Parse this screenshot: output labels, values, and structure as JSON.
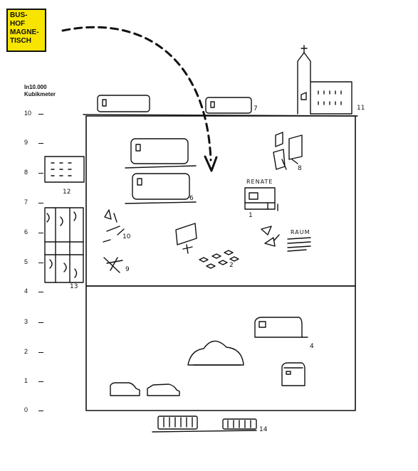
{
  "badge": {
    "lines": [
      "BUS-",
      "HOF",
      "MAGNE-",
      "TISCH"
    ],
    "color": "#f7e500"
  },
  "axis": {
    "unit_lines": [
      "In10.000",
      "Kubikmeter"
    ],
    "upper_ticks": [
      "10",
      "9",
      "8",
      "7",
      "6",
      "5",
      "4"
    ],
    "lower_ticks": [
      "3",
      "2",
      "1",
      "0"
    ]
  },
  "sketch_labels": {
    "renate_sign": "RENATE",
    "raum_sign": "RAUM",
    "n1": "1",
    "n2": "2",
    "n4": "4",
    "n6": "6",
    "n7": "7",
    "n8": "8",
    "n9": "9",
    "n10": "10",
    "n11": "11",
    "n12": "12",
    "n13": "13",
    "n14": "14"
  }
}
